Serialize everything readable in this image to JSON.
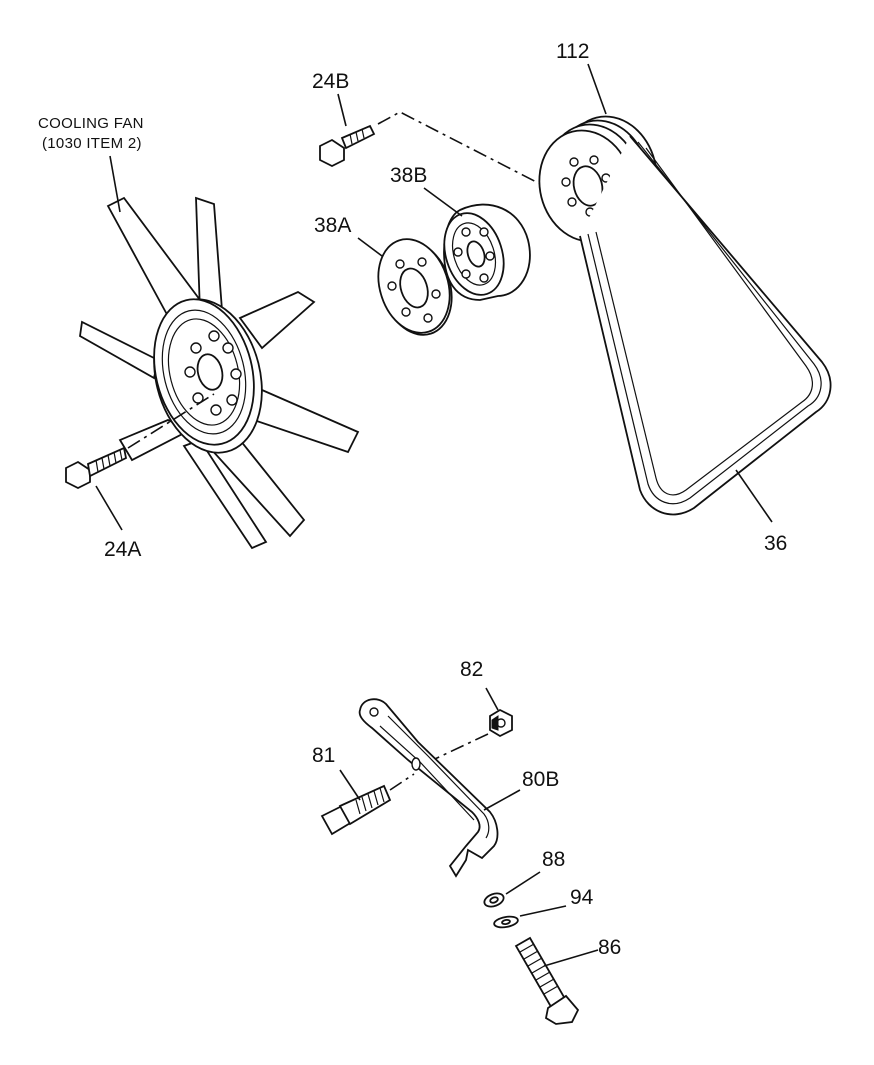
{
  "labels": {
    "cooling_fan_line1": "COOLING FAN",
    "cooling_fan_line2": "(1030 ITEM 2)",
    "p24A": "24A",
    "p24B": "24B",
    "p38A": "38A",
    "p38B": "38B",
    "p112": "112",
    "p36": "36",
    "p82": "82",
    "p81": "81",
    "p80B": "80B",
    "p88": "88",
    "p94": "94",
    "p86": "86"
  },
  "colors": {
    "ink": "#111111",
    "paper": "#ffffff"
  }
}
